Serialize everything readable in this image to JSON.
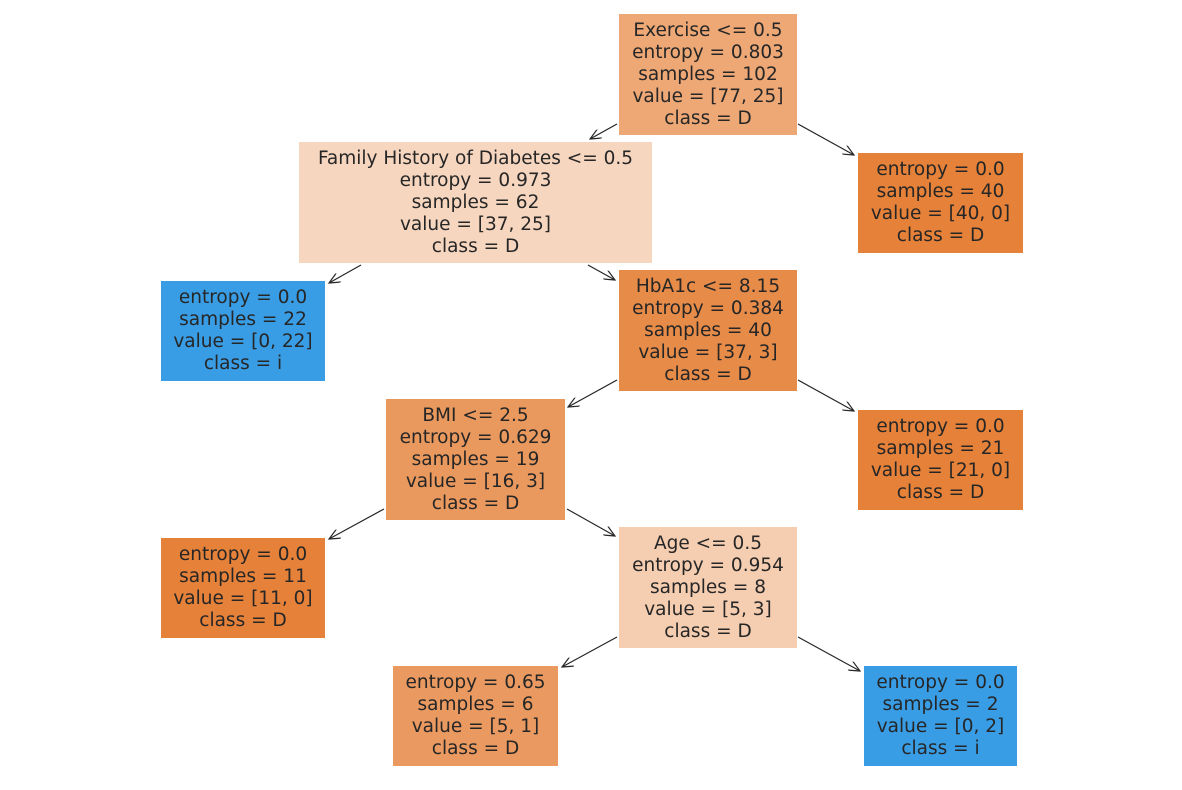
{
  "nodes": [
    {
      "id": "n0",
      "split": "Exercise <= 0.5",
      "entropy": "entropy = 0.803",
      "samples": "samples = 102",
      "value": "value = [77, 25]",
      "class": "class = D",
      "fill": "#eda876"
    },
    {
      "id": "n1",
      "split": "Family History of Diabetes <= 0.5",
      "entropy": "entropy = 0.973",
      "samples": "samples = 62",
      "value": "value = [37, 25]",
      "class": "class = D",
      "fill": "#f7d6bf"
    },
    {
      "id": "n2",
      "split": "",
      "entropy": "entropy = 0.0",
      "samples": "samples = 40",
      "value": "value = [40, 0]",
      "class": "class = D",
      "fill": "#e58139"
    },
    {
      "id": "n3",
      "split": "",
      "entropy": "entropy = 0.0",
      "samples": "samples = 22",
      "value": "value = [0, 22]",
      "class": "class = i",
      "fill": "#399de5"
    },
    {
      "id": "n4",
      "split": "HbA1c <= 8.15",
      "entropy": "entropy = 0.384",
      "samples": "samples = 40",
      "value": "value = [37, 3]",
      "class": "class = D",
      "fill": "#e78b49"
    },
    {
      "id": "n5",
      "split": "BMI <= 2.5",
      "entropy": "entropy = 0.629",
      "samples": "samples = 19",
      "value": "value = [16, 3]",
      "class": "class = D",
      "fill": "#ea995e"
    },
    {
      "id": "n6",
      "split": "",
      "entropy": "entropy = 0.0",
      "samples": "samples = 21",
      "value": "value = [21, 0]",
      "class": "class = D",
      "fill": "#e58139"
    },
    {
      "id": "n7",
      "split": "",
      "entropy": "entropy = 0.0",
      "samples": "samples = 11",
      "value": "value = [11, 0]",
      "class": "class = D",
      "fill": "#e58139"
    },
    {
      "id": "n8",
      "split": "Age <= 0.5",
      "entropy": "entropy = 0.954",
      "samples": "samples = 8",
      "value": "value = [5, 3]",
      "class": "class = D",
      "fill": "#f5cdb0"
    },
    {
      "id": "n9",
      "split": "",
      "entropy": "entropy = 0.65",
      "samples": "samples = 6",
      "value": "value = [5, 1]",
      "class": "class = D",
      "fill": "#ea9a61"
    },
    {
      "id": "n10",
      "split": "",
      "entropy": "entropy = 0.0",
      "samples": "samples = 2",
      "value": "value = [0, 2]",
      "class": "class = i",
      "fill": "#399de5"
    }
  ],
  "edges": [
    [
      "n0",
      "n1"
    ],
    [
      "n0",
      "n2"
    ],
    [
      "n1",
      "n3"
    ],
    [
      "n1",
      "n4"
    ],
    [
      "n4",
      "n5"
    ],
    [
      "n4",
      "n6"
    ],
    [
      "n5",
      "n7"
    ],
    [
      "n5",
      "n8"
    ],
    [
      "n8",
      "n9"
    ],
    [
      "n8",
      "n10"
    ]
  ]
}
